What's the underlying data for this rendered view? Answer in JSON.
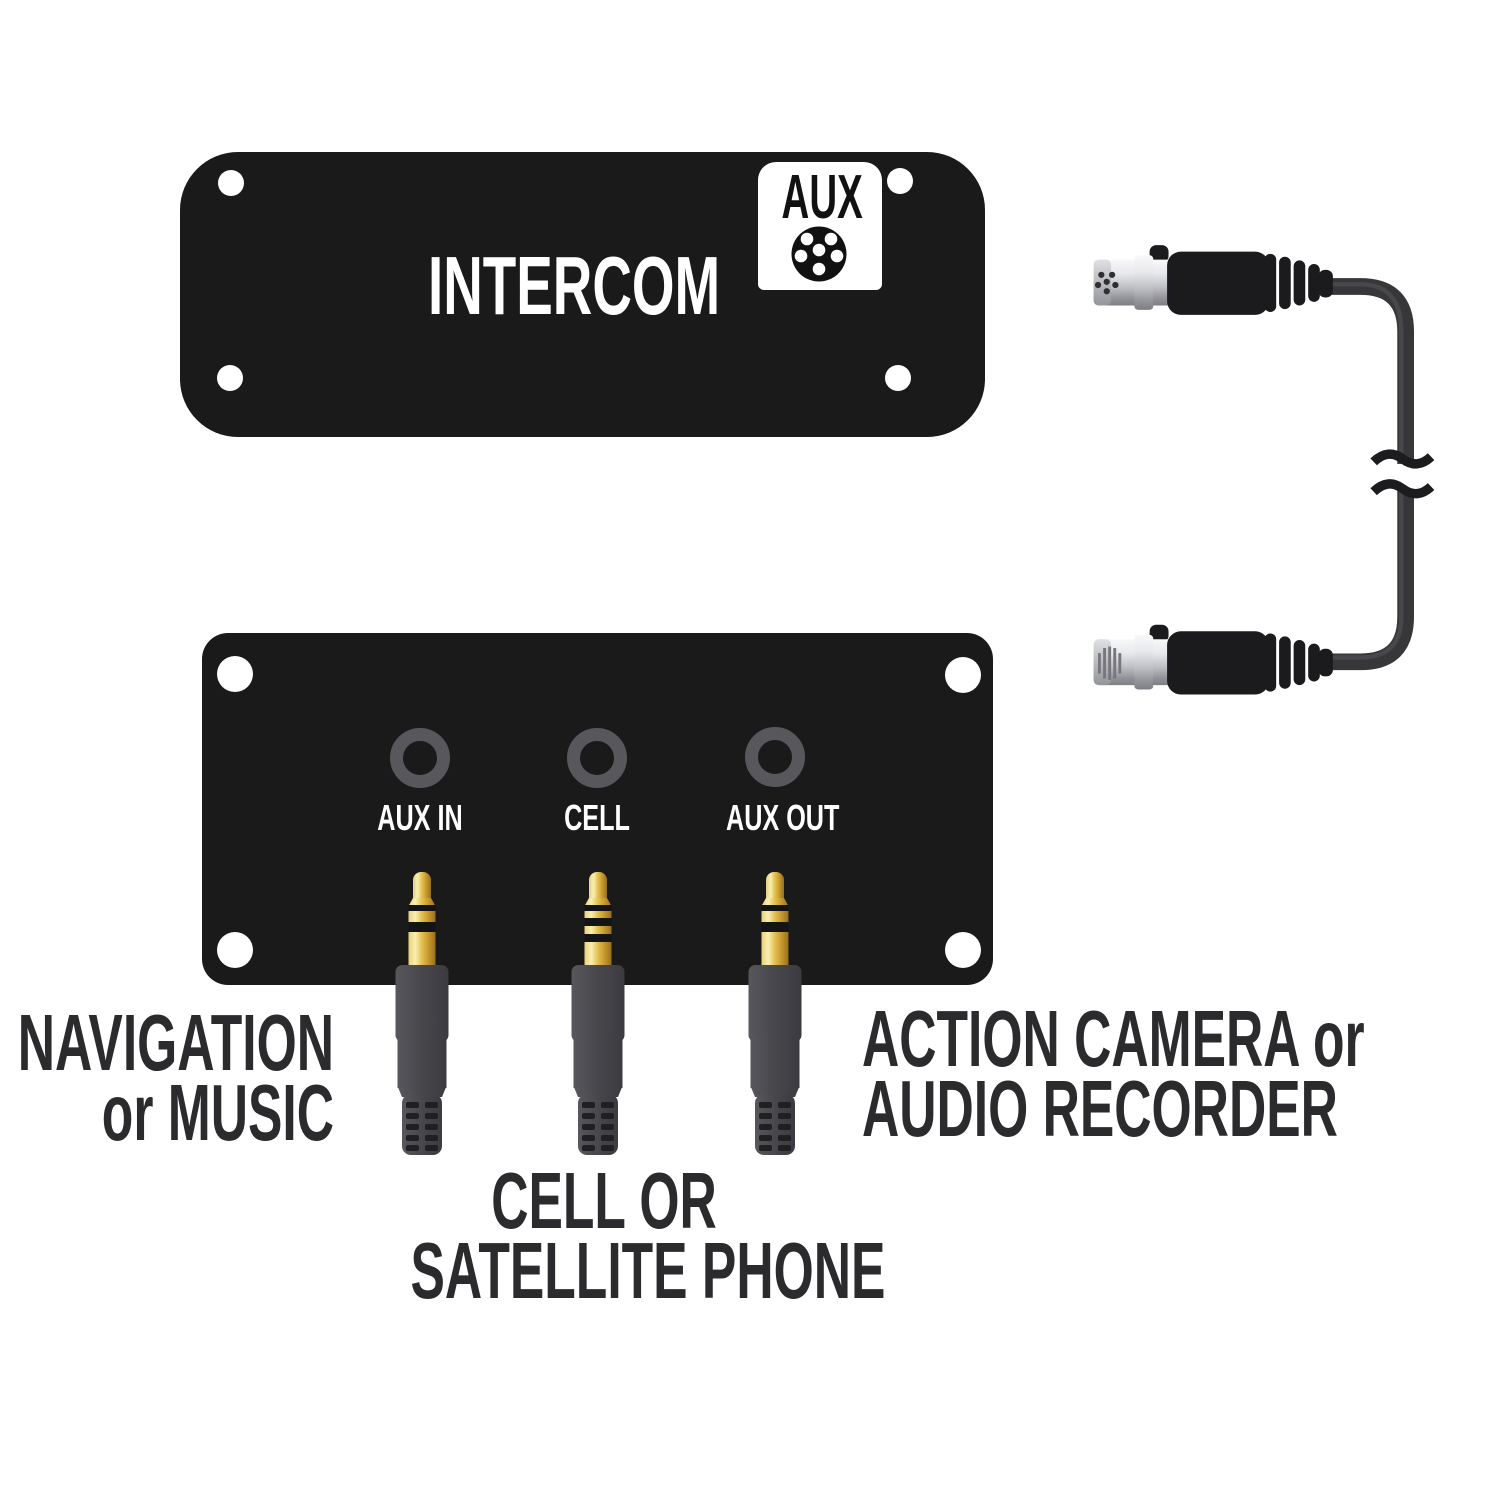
{
  "top_device": {
    "label": "INTERCOM",
    "aux_badge": {
      "label": "AUX",
      "icon": "mini-xlr-6pin-socket-icon"
    }
  },
  "cable": {
    "top_connector": "mini-xlr-female-connector",
    "bottom_connector": "mini-xlr-male-connector",
    "break_symbol": "cable-length-break"
  },
  "panel": {
    "jacks": [
      {
        "label": "AUX IN",
        "plug": "trs-3.5mm-plug-icon"
      },
      {
        "label": "CELL",
        "plug": "trrs-3.5mm-plug-icon"
      },
      {
        "label": "AUX OUT",
        "plug": "trs-3.5mm-plug-icon"
      }
    ]
  },
  "captions": {
    "nav_line1": "NAVIGATION",
    "nav_line2": "or MUSIC",
    "cell_line1": "CELL OR",
    "cell_line2": "SATELLITE PHONE",
    "cam_line1": "ACTION CAMERA or",
    "cam_line2": "AUDIO RECORDER"
  },
  "colors": {
    "device_black": "#1a1a1a",
    "caption_text": "#2b2a2d",
    "jack_ring_gray": "#58585c",
    "plug_gold": "#e3bf4e",
    "connector_silver": "#c0c1c6",
    "cable_gray": "#38383b",
    "background": "#ffffff"
  }
}
